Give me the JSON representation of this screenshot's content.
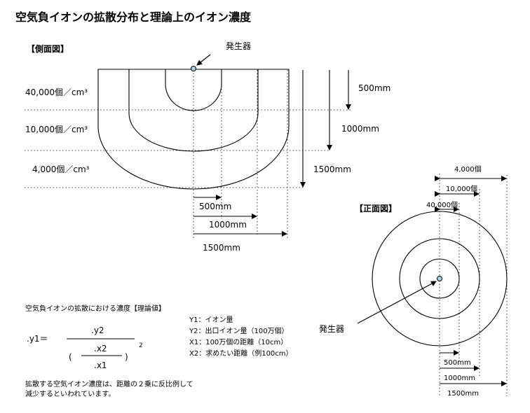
{
  "title": "空気負イオンの拡散分布と理論上のイオン濃度",
  "side_view": {
    "heading": "【側面図】",
    "generator_label": "発生器",
    "zone_labels": [
      "40,000個／cm³",
      "10,000個／cm³",
      "4,000個／cm³"
    ],
    "vertical_distances": [
      "500mm",
      "1000mm",
      "1500mm"
    ],
    "horizontal_distances": [
      "500mm",
      "1000mm",
      "1500mm"
    ]
  },
  "front_view": {
    "heading": "【正面図】",
    "generator_label": "発生器",
    "concentration_labels": [
      "4,000個",
      "10,000個",
      "40,000個"
    ],
    "distances": [
      "500mm",
      "1000mm",
      "1500mm"
    ]
  },
  "formula": {
    "heading": "空気負イオンの拡散における濃度【理論値】",
    "lhs": ".y1＝",
    "numerator": ".y2",
    "inner_numerator": ".x2",
    "inner_denominator": ".x1",
    "paren_open": "(",
    "paren_close": ")",
    "exponent": "2",
    "legend": [
      "Y1：イオン量",
      "Y2：出口イオン量（100万個）",
      "X1：100万個の距離（10cm）",
      "X2：求めたい距離（例100cm）"
    ],
    "note_line1": "拡散する空気イオン濃度は、距離の２乗に反比例して",
    "note_line2": "減少するといわれています。"
  }
}
